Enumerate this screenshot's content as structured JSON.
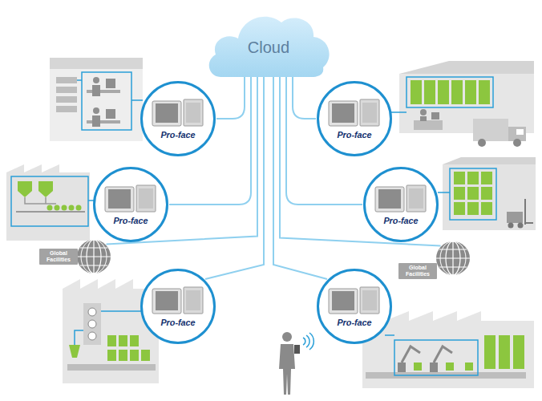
{
  "diagram": {
    "nodes": [
      {
        "text": [
          "Cloud"
        ]
      },
      {
        "text": [
          "Pro-face"
        ]
      },
      {
        "text": [
          "Pro-face"
        ]
      },
      {
        "text": [
          "Pro-face"
        ]
      },
      {
        "text": [
          "Pro-face"
        ]
      },
      {
        "text": [
          "Global Facilities"
        ]
      },
      {
        "text": [
          "Global Facilities"
        ]
      },
      {
        "text": [
          "Pro-face"
        ]
      },
      {
        "text": [
          "Pro-face"
        ]
      }
    ],
    "edges": [
      {
        "from": 0,
        "to": 1,
        "arrow": "none"
      },
      {
        "from": 0,
        "to": 2,
        "arrow": "none"
      },
      {
        "from": 0,
        "to": 3,
        "arrow": "none"
      },
      {
        "from": 0,
        "to": 4,
        "arrow": "none"
      },
      {
        "from": 0,
        "to": 5,
        "arrow": "none"
      },
      {
        "from": 0,
        "to": 6,
        "arrow": "none"
      },
      {
        "from": 0,
        "to": 7,
        "arrow": "none"
      },
      {
        "from": 0,
        "to": 8,
        "arrow": "none"
      }
    ]
  }
}
